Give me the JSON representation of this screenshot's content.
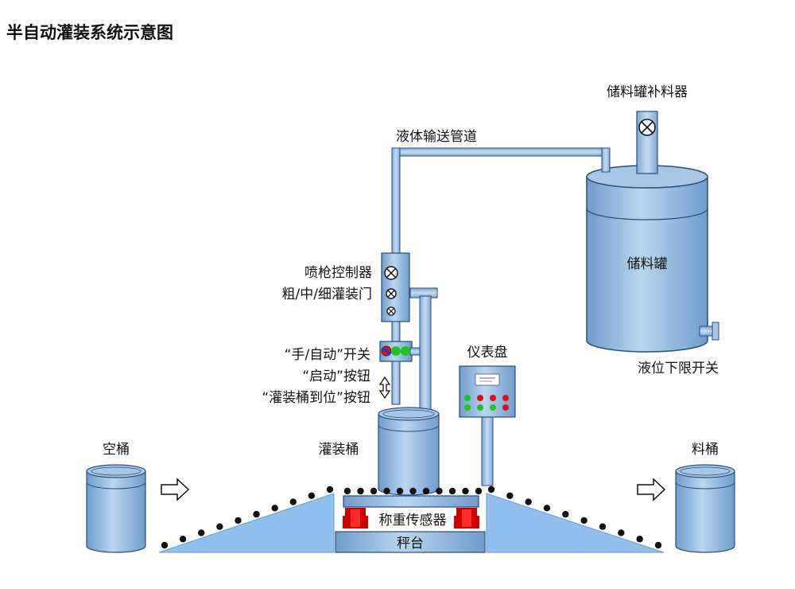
{
  "title": "半自动灌装系统示意图",
  "labels": {
    "refill": "储料罐补料器",
    "pipe": "液体输送管道",
    "tank": "储料罐",
    "gun_controller": "喷枪控制器",
    "valves": "粗/中/细灌装门",
    "mode_switch": "“手/自动”开关",
    "start_button": "“启动”按钮",
    "arrive_button": "“灌装桶到位”按钮",
    "panel": "仪表盘",
    "low_level": "液位下限开关",
    "empty_barrel": "空桶",
    "filling_barrel": "灌装桶",
    "full_barrel": "料桶",
    "sensor": "称重传感器",
    "platform": "秤台"
  },
  "colors": {
    "body": "#a6c8e6",
    "body_dark": "#6f9ccb",
    "outline": "#2b4c75",
    "ramp": "#8fc0ee",
    "roller": "#111111",
    "sensor": "#cc0000",
    "light_green": "#22c422",
    "light_red": "#e01010"
  },
  "icons": [
    "valve-icon",
    "double-arrow-icon",
    "arrow-right-icon"
  ]
}
